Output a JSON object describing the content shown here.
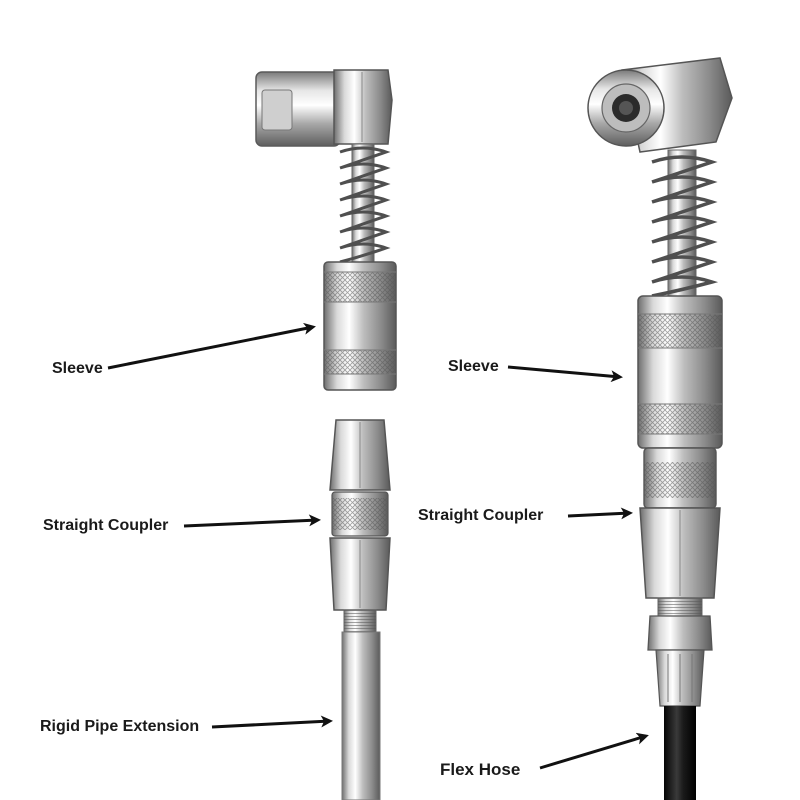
{
  "colors": {
    "metal_light": "#f2f2f2",
    "metal_mid": "#bdbdbd",
    "metal_dark": "#6e6e6e",
    "metal_shadow": "#4a4a4a",
    "hose": "#141414",
    "arrow": "#111111",
    "text": "#1a1a1a",
    "background": "#ffffff"
  },
  "left_assembly": {
    "labels": {
      "sleeve": "Sleeve",
      "straight_coupler": "Straight Coupler",
      "rigid_pipe": "Rigid Pipe Extension"
    }
  },
  "right_assembly": {
    "labels": {
      "sleeve": "Sleeve",
      "straight_coupler": "Straight Coupler",
      "flex_hose": "Flex Hose"
    }
  }
}
